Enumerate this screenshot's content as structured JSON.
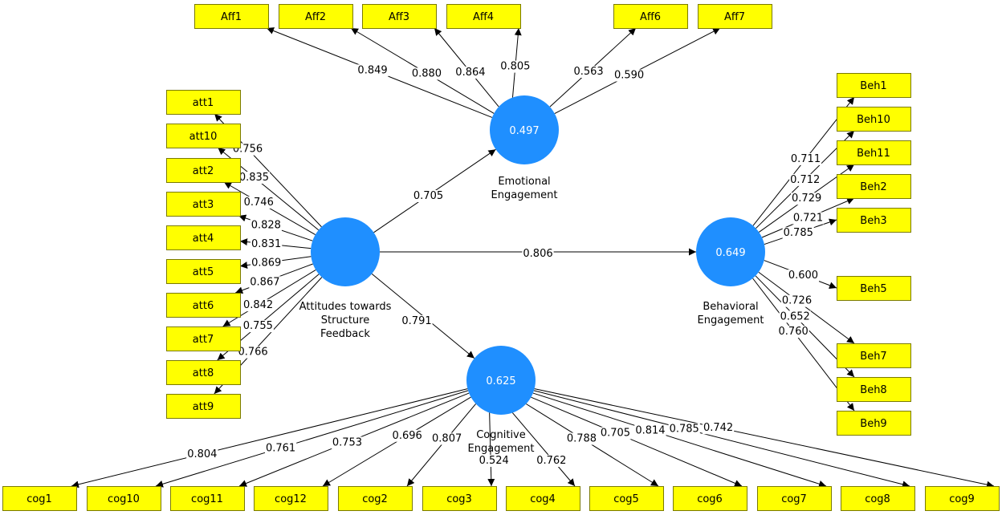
{
  "latents": [
    {
      "id": "ATT",
      "label": [
        "Attitudes towards",
        "Structure",
        "Feedback"
      ],
      "r2": ""
    },
    {
      "id": "EMO",
      "label": [
        "Emotional",
        "Engagement"
      ],
      "r2": "0.497"
    },
    {
      "id": "BEH",
      "label": [
        "Behavioral",
        "Engagement"
      ],
      "r2": "0.649"
    },
    {
      "id": "COG",
      "label": [
        "Cognitive",
        "Engagement"
      ],
      "r2": "0.625"
    }
  ],
  "paths": [
    {
      "from": "ATT",
      "to": "EMO",
      "coef": "0.705"
    },
    {
      "from": "ATT",
      "to": "BEH",
      "coef": "0.806"
    },
    {
      "from": "ATT",
      "to": "COG",
      "coef": "0.791"
    }
  ],
  "indicators": [
    {
      "name": "Aff1",
      "latent": "EMO",
      "loading": "0.849"
    },
    {
      "name": "Aff2",
      "latent": "EMO",
      "loading": "0.880"
    },
    {
      "name": "Aff3",
      "latent": "EMO",
      "loading": "0.864"
    },
    {
      "name": "Aff4",
      "latent": "EMO",
      "loading": "0.805"
    },
    {
      "name": "Aff6",
      "latent": "EMO",
      "loading": "0.563"
    },
    {
      "name": "Aff7",
      "latent": "EMO",
      "loading": "0.590"
    },
    {
      "name": "att1",
      "latent": "ATT",
      "loading": "0.756"
    },
    {
      "name": "att10",
      "latent": "ATT",
      "loading": "0.835"
    },
    {
      "name": "att2",
      "latent": "ATT",
      "loading": "0.746"
    },
    {
      "name": "att3",
      "latent": "ATT",
      "loading": "0.828"
    },
    {
      "name": "att4",
      "latent": "ATT",
      "loading": "0.831"
    },
    {
      "name": "att5",
      "latent": "ATT",
      "loading": "0.869"
    },
    {
      "name": "att6",
      "latent": "ATT",
      "loading": "0.867"
    },
    {
      "name": "att7",
      "latent": "ATT",
      "loading": "0.842"
    },
    {
      "name": "att8",
      "latent": "ATT",
      "loading": "0.755"
    },
    {
      "name": "att9",
      "latent": "ATT",
      "loading": "0.766"
    },
    {
      "name": "Beh1",
      "latent": "BEH",
      "loading": "0.711"
    },
    {
      "name": "Beh10",
      "latent": "BEH",
      "loading": "0.712"
    },
    {
      "name": "Beh11",
      "latent": "BEH",
      "loading": "0.729"
    },
    {
      "name": "Beh2",
      "latent": "BEH",
      "loading": "0.721"
    },
    {
      "name": "Beh3",
      "latent": "BEH",
      "loading": "0.785"
    },
    {
      "name": "Beh5",
      "latent": "BEH",
      "loading": "0.600"
    },
    {
      "name": "Beh7",
      "latent": "BEH",
      "loading": "0.726"
    },
    {
      "name": "Beh8",
      "latent": "BEH",
      "loading": "0.652"
    },
    {
      "name": "Beh9",
      "latent": "BEH",
      "loading": "0.760"
    },
    {
      "name": "cog1",
      "latent": "COG",
      "loading": "0.804"
    },
    {
      "name": "cog10",
      "latent": "COG",
      "loading": "0.761"
    },
    {
      "name": "cog11",
      "latent": "COG",
      "loading": "0.753"
    },
    {
      "name": "cog12",
      "latent": "COG",
      "loading": "0.696"
    },
    {
      "name": "cog2",
      "latent": "COG",
      "loading": "0.807"
    },
    {
      "name": "cog3",
      "latent": "COG",
      "loading": "0.524"
    },
    {
      "name": "cog4",
      "latent": "COG",
      "loading": "0.762"
    },
    {
      "name": "cog5",
      "latent": "COG",
      "loading": "0.788"
    },
    {
      "name": "cog6",
      "latent": "COG",
      "loading": "0.705"
    },
    {
      "name": "cog7",
      "latent": "COG",
      "loading": "0.814"
    },
    {
      "name": "cog8",
      "latent": "COG",
      "loading": "0.785"
    },
    {
      "name": "cog9",
      "latent": "COG",
      "loading": "0.742"
    }
  ],
  "colors": {
    "latent": "#1f8fff",
    "indicator": "#ffff00",
    "indicator_border": "#7a7a00",
    "edge": "#000000"
  }
}
